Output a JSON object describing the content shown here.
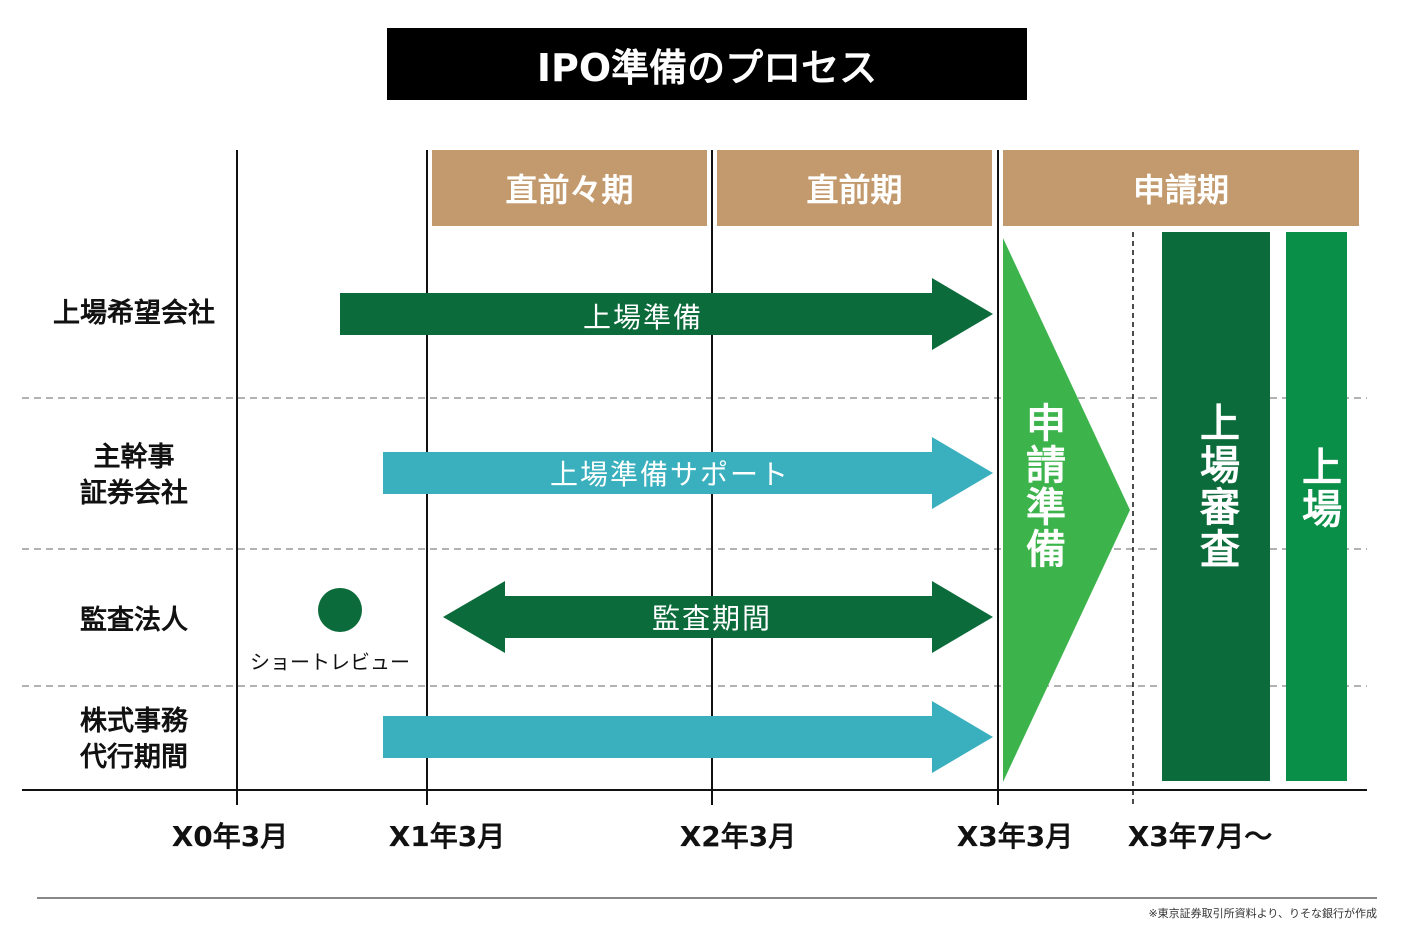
{
  "title": "IPO準備のプロセス",
  "phases": [
    "直前々期",
    "直前期",
    "申請期"
  ],
  "rows": [
    "上場希望会社",
    "主幹事\n証券会社",
    "監査法人",
    "株式事務\n代行期間"
  ],
  "arrows": {
    "company": "上場準備",
    "underwriter": "上場準備サポート",
    "auditor": "監査期間",
    "transfer_agent": ""
  },
  "short_review": "ショートレビュー",
  "blocks": {
    "application_prep": "申請準備",
    "listing_review": "上場審査",
    "listing": "上場"
  },
  "x_labels": [
    "X0年3月",
    "X1年3月",
    "X2年3月",
    "X3年3月",
    "X3年7月〜"
  ],
  "footnote": "※東京証券取引所資料より、りそな銀行が作成",
  "colors": {
    "dark_green": "#0b6b3a",
    "teal": "#3ab0be",
    "light_green": "#3cb44b",
    "listing_green": "#0a8f48",
    "tan": "#c39a6d"
  }
}
